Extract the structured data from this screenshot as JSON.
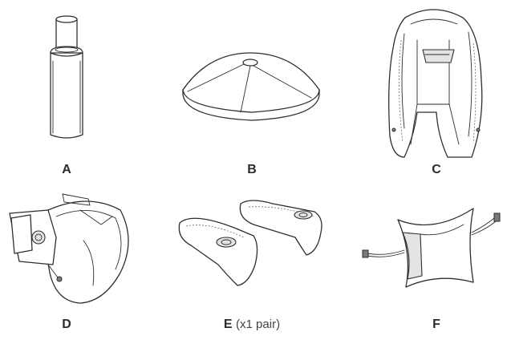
{
  "parts": [
    {
      "id": "A",
      "label": "A",
      "note": "",
      "icon": "gas-lift-cylinder"
    },
    {
      "id": "B",
      "label": "B",
      "note": "",
      "icon": "base-cover"
    },
    {
      "id": "C",
      "label": "C",
      "note": "",
      "icon": "seat-back"
    },
    {
      "id": "D",
      "label": "D",
      "note": "",
      "icon": "seat-cushion-with-mechanism"
    },
    {
      "id": "E",
      "label": "E",
      "note": "(x1 pair)",
      "icon": "armrest-pair"
    },
    {
      "id": "F",
      "label": "F",
      "note": "",
      "icon": "lumbar-pillow"
    }
  ]
}
